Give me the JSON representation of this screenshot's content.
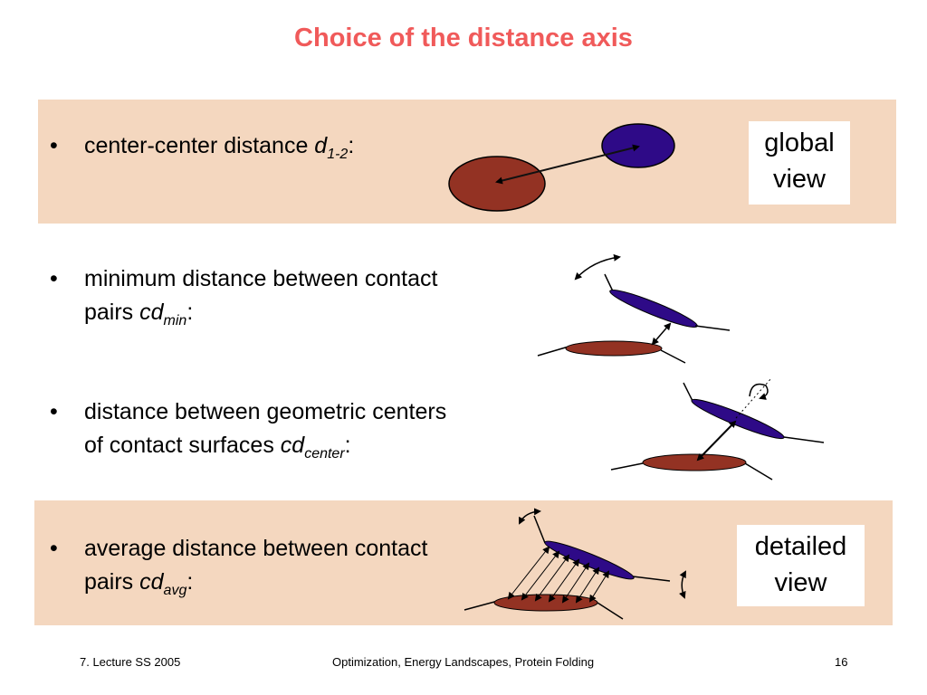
{
  "slide": {
    "title": "Choice of the distance axis",
    "bullet_symbol": "•",
    "bullets": [
      {
        "text": "center-center distance ",
        "var": "d",
        "sub": "1-2",
        "end": ":"
      },
      {
        "line1": "minimum distance between contact",
        "text": "pairs ",
        "var": "cd",
        "sub": "min",
        "end": ":"
      },
      {
        "line1": "distance between geometric centers",
        "text": "of contact surfaces ",
        "var": "cd",
        "sub": "center",
        "end": ":"
      },
      {
        "line1": "average distance between contact",
        "text": "pairs ",
        "var": "cd",
        "sub": "avg",
        "end": ":"
      }
    ],
    "global_view": {
      "line1": "global",
      "line2": "view"
    },
    "detailed_view": {
      "line1": "detailed",
      "line2": "view"
    },
    "colors": {
      "title": "#f05a5a",
      "panel": "#f4d7bf",
      "red_blob": "#933223",
      "blue_blob": "#2e0a87"
    }
  },
  "footer": {
    "left": "7. Lecture SS 2005",
    "center": "Optimization, Energy Landscapes, Protein Folding",
    "page": "16"
  }
}
